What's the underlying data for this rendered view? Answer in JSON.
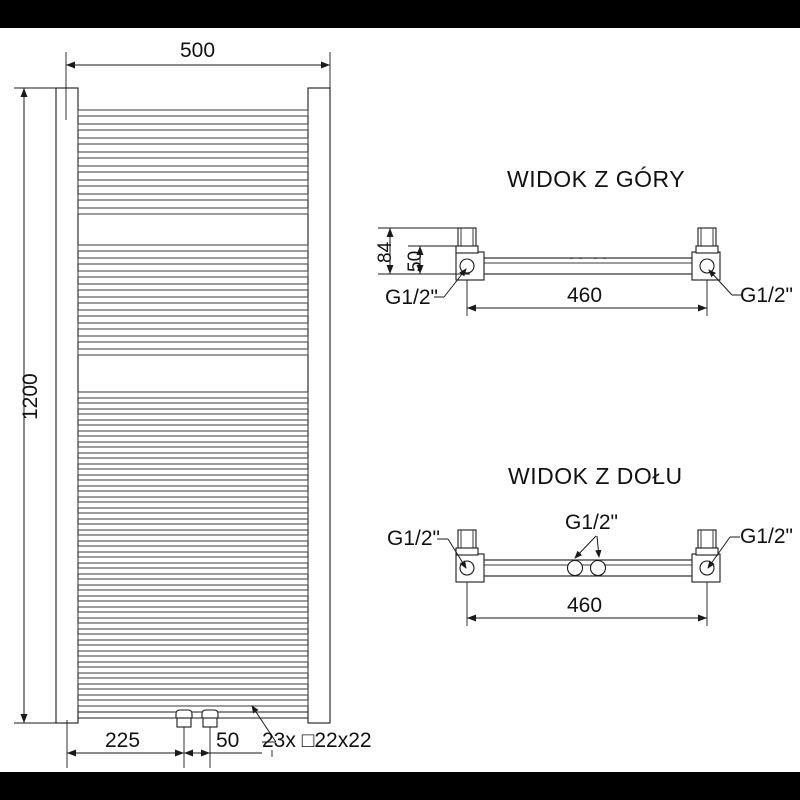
{
  "drawing": {
    "type": "technical-dimension-drawing",
    "subject": "ladder towel radiator",
    "units": "mm",
    "line_color": "#1a1a1a",
    "background_color": "#ffffff"
  },
  "front_view": {
    "name": "front-view",
    "width_label": "500",
    "height_label": "1200",
    "bottom_left_dim": "225",
    "bottom_right_dim": "50",
    "rungs_note": "23x □22x22",
    "rung_count": 23,
    "rung_profile": "□22x22"
  },
  "top_view": {
    "name": "top-view",
    "title": "WIDOK Z GÓRY",
    "depth_outer": "84",
    "depth_inner": "50",
    "center_distance": "460",
    "thread_left": "G1/2\"",
    "thread_right": "G1/2\""
  },
  "bottom_view": {
    "name": "bottom-view",
    "title": "WIDOK Z DOŁU",
    "center_distance": "460",
    "thread_left": "G1/2\"",
    "thread_right": "G1/2\"",
    "thread_center": "G1/2\""
  }
}
